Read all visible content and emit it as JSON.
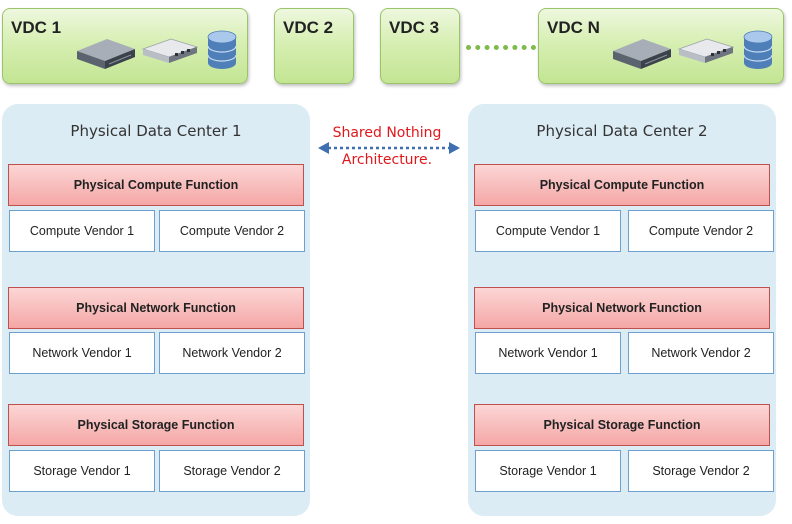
{
  "vdcs": [
    {
      "label": "VDC 1"
    },
    {
      "label": "VDC 2"
    },
    {
      "label": "VDC 3"
    },
    {
      "label": "VDC N"
    }
  ],
  "link": {
    "line1": "Shared Nothing",
    "line2": "Architecture."
  },
  "data_centers": [
    {
      "title": "Physical Data Center 1",
      "functions": [
        {
          "label": "Physical Compute Function",
          "vendors": [
            "Compute Vendor 1",
            "Compute Vendor 2"
          ]
        },
        {
          "label": "Physical Network Function",
          "vendors": [
            "Network Vendor 1",
            "Network Vendor 2"
          ]
        },
        {
          "label": "Physical Storage Function",
          "vendors": [
            "Storage Vendor 1",
            "Storage Vendor 2"
          ]
        }
      ]
    },
    {
      "title": "Physical Data Center 2",
      "functions": [
        {
          "label": "Physical Compute Function",
          "vendors": [
            "Compute Vendor 1",
            "Compute Vendor 2"
          ]
        },
        {
          "label": "Physical Network Function",
          "vendors": [
            "Network Vendor 1",
            "Network Vendor 2"
          ]
        },
        {
          "label": "Physical Storage Function",
          "vendors": [
            "Storage Vendor 1",
            "Storage Vendor 2"
          ]
        }
      ]
    }
  ],
  "colors": {
    "vdc_fill": "#d7efb3",
    "pdc_fill": "#dbecf4",
    "function_fill": "#f4a7a6",
    "vendor_border": "#6f9fcf",
    "link_text": "#e0181c",
    "link_arrow": "#3f6fae"
  },
  "icons": [
    "server-icon",
    "switch-icon",
    "database-icon"
  ]
}
